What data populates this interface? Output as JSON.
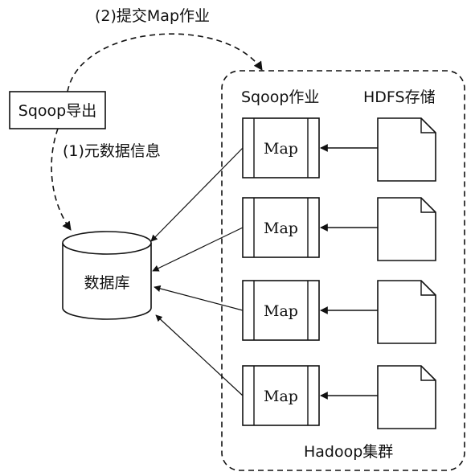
{
  "export_box": {
    "label": "Sqoop导出"
  },
  "database": {
    "label": "数据库"
  },
  "step_metadata": {
    "label": "(1)元数据信息"
  },
  "step_submit": {
    "label": "(2)提交Map作业"
  },
  "cluster": {
    "label": "Hadoop集群",
    "sqoop_job_header": "Sqoop作业",
    "hdfs_header": "HDFS存储"
  },
  "map_tasks": [
    {
      "label": "Map"
    },
    {
      "label": "Map"
    },
    {
      "label": "Map"
    },
    {
      "label": "Map"
    }
  ]
}
